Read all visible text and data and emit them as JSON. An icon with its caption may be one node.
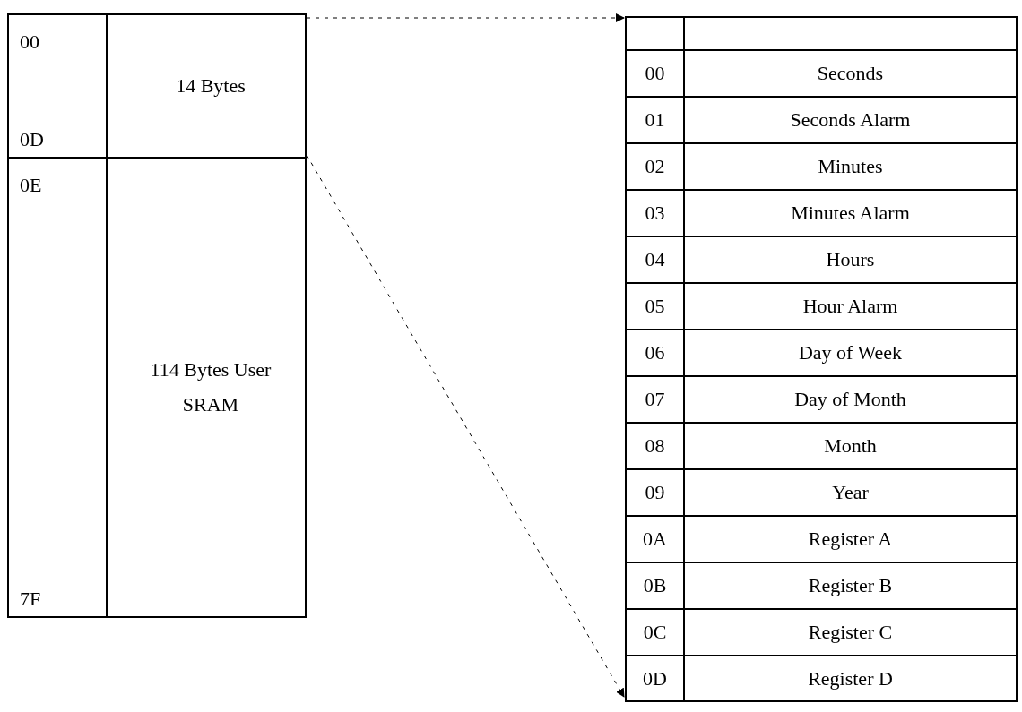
{
  "diagram": {
    "nodes": [
      {
        "text": [
          "00",
          "14 Bytes",
          "0D"
        ]
      },
      {
        "text": [
          "0E",
          "114 Bytes User SRAM",
          "7F"
        ]
      },
      {
        "text": [],
        "shape": "box"
      }
    ],
    "edges": [
      {
        "from": 0,
        "to": 2,
        "arrow": "to",
        "style": "dashed"
      },
      {
        "from": 0,
        "to": 2,
        "arrow": "to",
        "style": "dashed"
      }
    ],
    "labels": [
      "00",
      "Seconds",
      "01",
      "Seconds Alarm",
      "02",
      "Minutes",
      "03",
      "Minutes Alarm",
      "04",
      "Hours",
      "05",
      "Hour Alarm",
      "06",
      "Day of Week",
      "07",
      "Day of Month",
      "08",
      "Month",
      "09",
      "Year",
      "0A",
      "Register A",
      "0B",
      "Register B",
      "0C",
      "Register C",
      "0D",
      "Register D"
    ]
  }
}
